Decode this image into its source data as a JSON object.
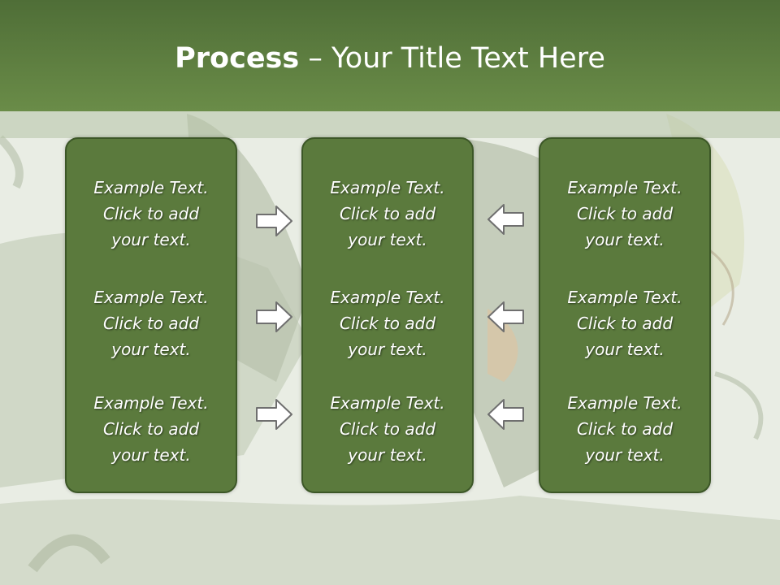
{
  "header": {
    "title_bold": "Process",
    "title_rest": " – Your Title Text Here"
  },
  "columns": [
    {
      "items": [
        {
          "l1": "Example Text.",
          "l2": "Click  to add",
          "l3": "your text."
        },
        {
          "l1": "Example Text.",
          "l2": "Click  to add",
          "l3": "your text."
        },
        {
          "l1": "Example Text.",
          "l2": "Click  to add",
          "l3": "your text."
        }
      ]
    },
    {
      "items": [
        {
          "l1": "Example Text.",
          "l2": "Click  to add",
          "l3": "your text."
        },
        {
          "l1": "Example Text.",
          "l2": "Click  to add",
          "l3": "your text."
        },
        {
          "l1": "Example Text.",
          "l2": "Click  to add",
          "l3": "your text."
        }
      ]
    },
    {
      "items": [
        {
          "l1": "Example Text.",
          "l2": "Click  to add",
          "l3": "your text."
        },
        {
          "l1": "Example Text.",
          "l2": "Click  to add",
          "l3": "your text."
        },
        {
          "l1": "Example Text.",
          "l2": "Click  to add",
          "l3": "your text."
        }
      ]
    }
  ],
  "arrows": {
    "left_group": "right-arrow-icon",
    "right_group": "left-arrow-icon"
  },
  "colors": {
    "header": "#5b7d3f",
    "box_fill": "#5b7a3d",
    "box_border": "#3c5727",
    "text": "#ffffff"
  }
}
